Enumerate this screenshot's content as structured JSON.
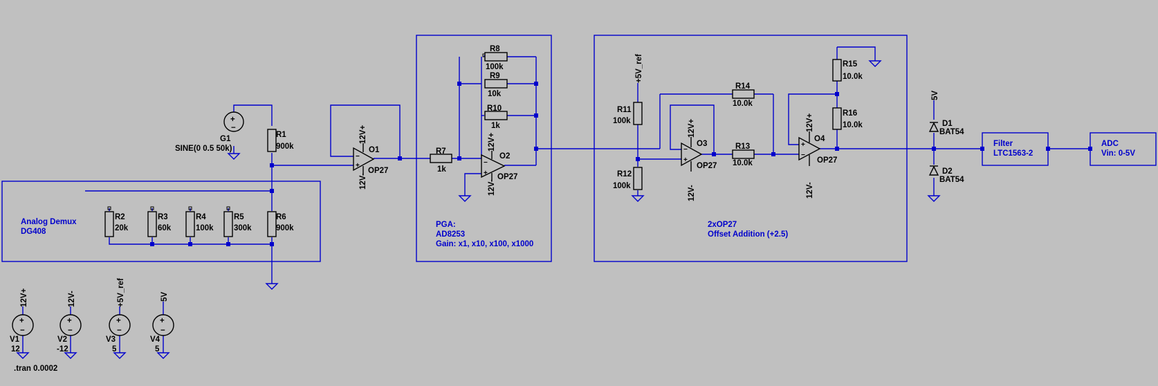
{
  "blocks": {
    "demux": {
      "title": "Analog Demux",
      "part": "DG408"
    },
    "pga": {
      "title": "PGA:",
      "part": "AD8253",
      "gain": "Gain: x1, x10, x100, x1000"
    },
    "offset": {
      "title": "2xOP27",
      "desc": "Offset Addition (+2.5)"
    },
    "filter": {
      "title": "Filter",
      "part": "LTC1563-2"
    },
    "adc": {
      "title": "ADC",
      "range": "Vin: 0-5V"
    }
  },
  "generator": {
    "name": "G1",
    "value": "SINE(0 0.5 50k)"
  },
  "resistors": [
    {
      "name": "R1",
      "value": "900k"
    },
    {
      "name": "R2",
      "value": "20k"
    },
    {
      "name": "R3",
      "value": "60k"
    },
    {
      "name": "R4",
      "value": "100k"
    },
    {
      "name": "R5",
      "value": "300k"
    },
    {
      "name": "R6",
      "value": "900k"
    },
    {
      "name": "R7",
      "value": "1k"
    },
    {
      "name": "R8",
      "value": "100k"
    },
    {
      "name": "R9",
      "value": "10k"
    },
    {
      "name": "R10",
      "value": "1k"
    },
    {
      "name": "R11",
      "value": "100k"
    },
    {
      "name": "R12",
      "value": "100k"
    },
    {
      "name": "R13",
      "value": "10.0k"
    },
    {
      "name": "R14",
      "value": "10.0k"
    },
    {
      "name": "R15",
      "value": "10.0k"
    },
    {
      "name": "R16",
      "value": "10.0k"
    }
  ],
  "opamps": [
    {
      "name": "O1",
      "model": "OP27"
    },
    {
      "name": "O2",
      "model": "OP27"
    },
    {
      "name": "O3",
      "model": "OP27"
    },
    {
      "name": "O4",
      "model": "OP27"
    }
  ],
  "diodes": [
    {
      "name": "D1",
      "model": "BAT54"
    },
    {
      "name": "D2",
      "model": "BAT54"
    }
  ],
  "sources": [
    {
      "name": "V1",
      "value": "12",
      "net": "12V+"
    },
    {
      "name": "V2",
      "value": "-12",
      "net": "12V-"
    },
    {
      "name": "V3",
      "value": "5",
      "net": "+5V_ref"
    },
    {
      "name": "V4",
      "value": "5",
      "net": "5V"
    }
  ],
  "nets": {
    "pos": "12V+",
    "neg": "12V-",
    "ref": "+5V_ref",
    "five": "5V"
  },
  "directive": ".tran 0.0002",
  "colors": {
    "background": "#c0c0c0",
    "wire": "#0000cc",
    "component": "#000000"
  }
}
